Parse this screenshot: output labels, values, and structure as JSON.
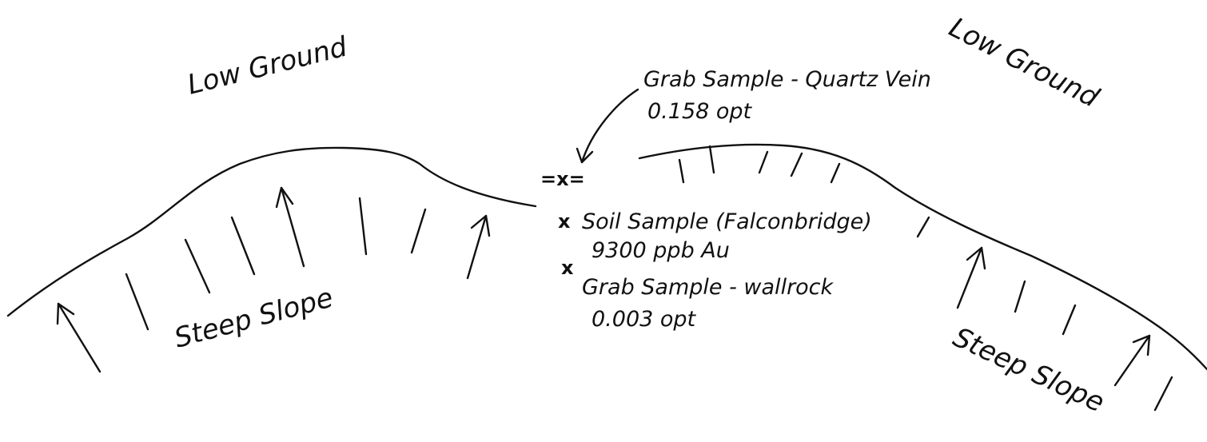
{
  "labels": {
    "low_ground_left": "Low Ground",
    "low_ground_right": "Low Ground",
    "steep_slope_left": "Steep Slope",
    "steep_slope_right": "Steep Slope",
    "grab_quartz_title": "Grab Sample - Quartz Vein",
    "grab_quartz_value": "0.158 opt",
    "vein_marker": "=x=",
    "soil_marker": "x",
    "soil_title": "Soil Sample (Falconbridge)",
    "soil_value": "9300 ppb Au",
    "wallrock_marker": "x",
    "wallrock_title": "Grab Sample - wallrock",
    "wallrock_value": "0.003 opt"
  }
}
